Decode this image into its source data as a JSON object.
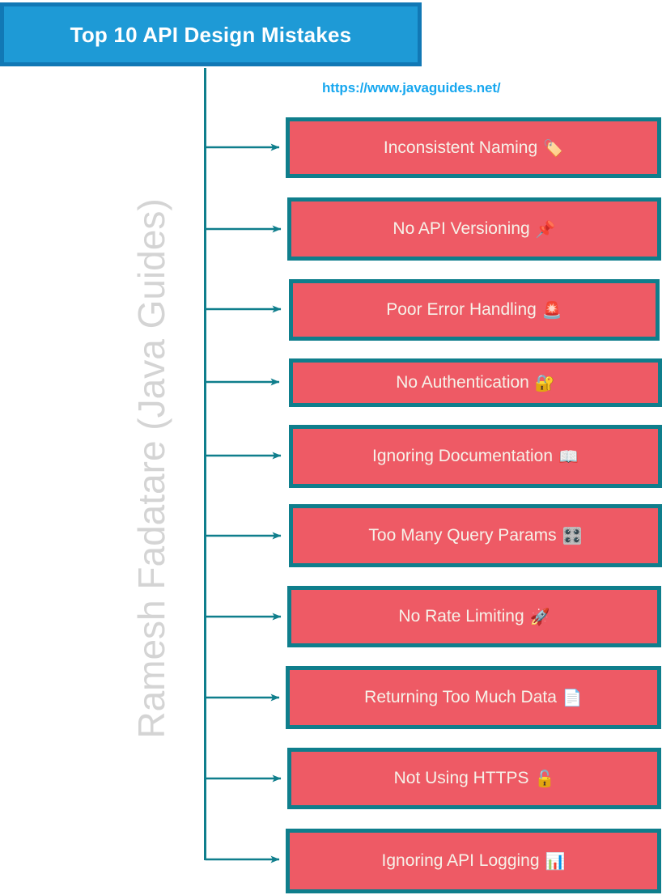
{
  "header": {
    "title": "Top 10 API Design Mistakes",
    "fill_color": "#1e9ad6",
    "border_color": "#1178b5",
    "text_color": "#ffffff"
  },
  "site_url": {
    "text": "https://www.javaguides.net/",
    "color": "#17a7ef"
  },
  "watermark": {
    "text": "Ramesh Fadatare (Java Guides)",
    "color": "#d4d4d4"
  },
  "theme": {
    "box_fill": "#ee5a65",
    "box_border": "#0f7e8c",
    "box_text": "#f6f2e9",
    "connector": "#0f7e8c",
    "page_background": "#ffffff"
  },
  "items": [
    {
      "index": 1,
      "label": "Inconsistent Naming",
      "emoji": "🏷️",
      "emoji_name": "label-tag-icon"
    },
    {
      "index": 2,
      "label": "No API Versioning",
      "emoji": "📌",
      "emoji_name": "pushpin-icon"
    },
    {
      "index": 3,
      "label": "Poor Error Handling",
      "emoji": "🚨",
      "emoji_name": "siren-light-icon"
    },
    {
      "index": 4,
      "label": "No Authentication",
      "emoji": "🔐",
      "emoji_name": "locked-with-key-icon"
    },
    {
      "index": 5,
      "label": "Ignoring Documentation",
      "emoji": "📖",
      "emoji_name": "open-book-icon"
    },
    {
      "index": 6,
      "label": "Too Many Query Params",
      "emoji": "🎛️",
      "emoji_name": "control-knobs-icon"
    },
    {
      "index": 7,
      "label": "No Rate Limiting",
      "emoji": "🚀",
      "emoji_name": "rocket-icon"
    },
    {
      "index": 8,
      "label": "Returning Too Much Data",
      "emoji": "📄",
      "emoji_name": "page-document-icon"
    },
    {
      "index": 9,
      "label": "Not Using HTTPS",
      "emoji": "🔓",
      "emoji_name": "unlocked-padlock-icon"
    },
    {
      "index": 10,
      "label": "Ignoring API Logging",
      "emoji": "📊",
      "emoji_name": "bar-chart-icon"
    }
  ]
}
